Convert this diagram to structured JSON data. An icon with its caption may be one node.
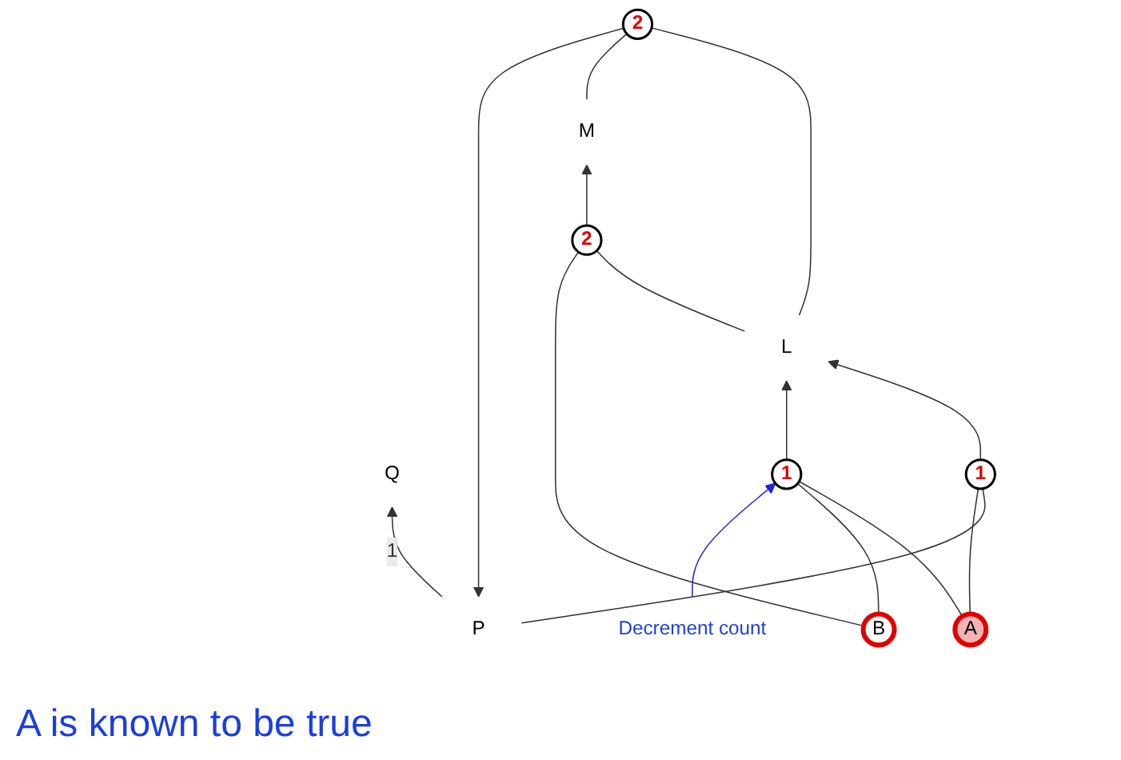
{
  "diagram": {
    "nodes": [
      {
        "text": [
          "Q"
        ]
      },
      {
        "text": [
          "P"
        ]
      },
      {
        "text": [
          "2"
        ]
      },
      {
        "text": [
          "M"
        ]
      },
      {
        "text": [
          "2"
        ]
      },
      {
        "text": [
          "L"
        ]
      },
      {
        "text": [
          "1"
        ]
      },
      {
        "text": [
          "1"
        ]
      },
      {
        "text": [
          "A"
        ]
      },
      {
        "text": [
          "B"
        ]
      },
      {
        "text": [
          "Decrement count"
        ]
      }
    ],
    "edges": [
      {
        "from": 1,
        "to": 0,
        "arrow": "to",
        "label": "1"
      },
      {
        "from": 2,
        "to": 1,
        "arrow": "to"
      },
      {
        "from": 5,
        "to": 2,
        "arrow": "none"
      },
      {
        "from": 3,
        "to": 2,
        "arrow": "none"
      },
      {
        "from": 4,
        "to": 3,
        "arrow": "to"
      },
      {
        "from": 5,
        "to": 4,
        "arrow": "none"
      },
      {
        "from": 9,
        "to": 4,
        "arrow": "none"
      },
      {
        "from": 6,
        "to": 5,
        "arrow": "to"
      },
      {
        "from": 1,
        "to": 6,
        "arrow": "none"
      },
      {
        "from": 8,
        "to": 6,
        "arrow": "none"
      },
      {
        "from": 7,
        "to": 5,
        "arrow": "to"
      },
      {
        "from": 8,
        "to": 7,
        "arrow": "none"
      },
      {
        "from": 9,
        "to": 7,
        "arrow": "none"
      },
      {
        "from": 10,
        "to": 7,
        "arrow": "to",
        "color": "#2020e0"
      }
    ],
    "labels": [
      "A is known to be true"
    ]
  }
}
